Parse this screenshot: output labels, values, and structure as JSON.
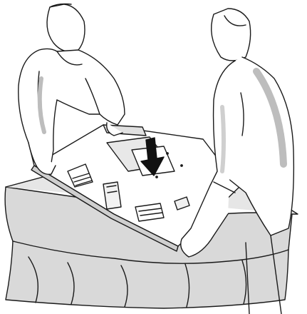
{
  "figure": {
    "subject": "two-people-placing-tv-face-down-on-table",
    "icons": [
      "person-left",
      "person-right",
      "tv-back-panel",
      "down-arrow",
      "cloth-covered-table"
    ]
  },
  "colors": {
    "line": "#1a1a1a",
    "shade": "#d9d9d9",
    "shade_dark": "#bdbdbd",
    "fill": "#ffffff",
    "arrow": "#111111"
  }
}
